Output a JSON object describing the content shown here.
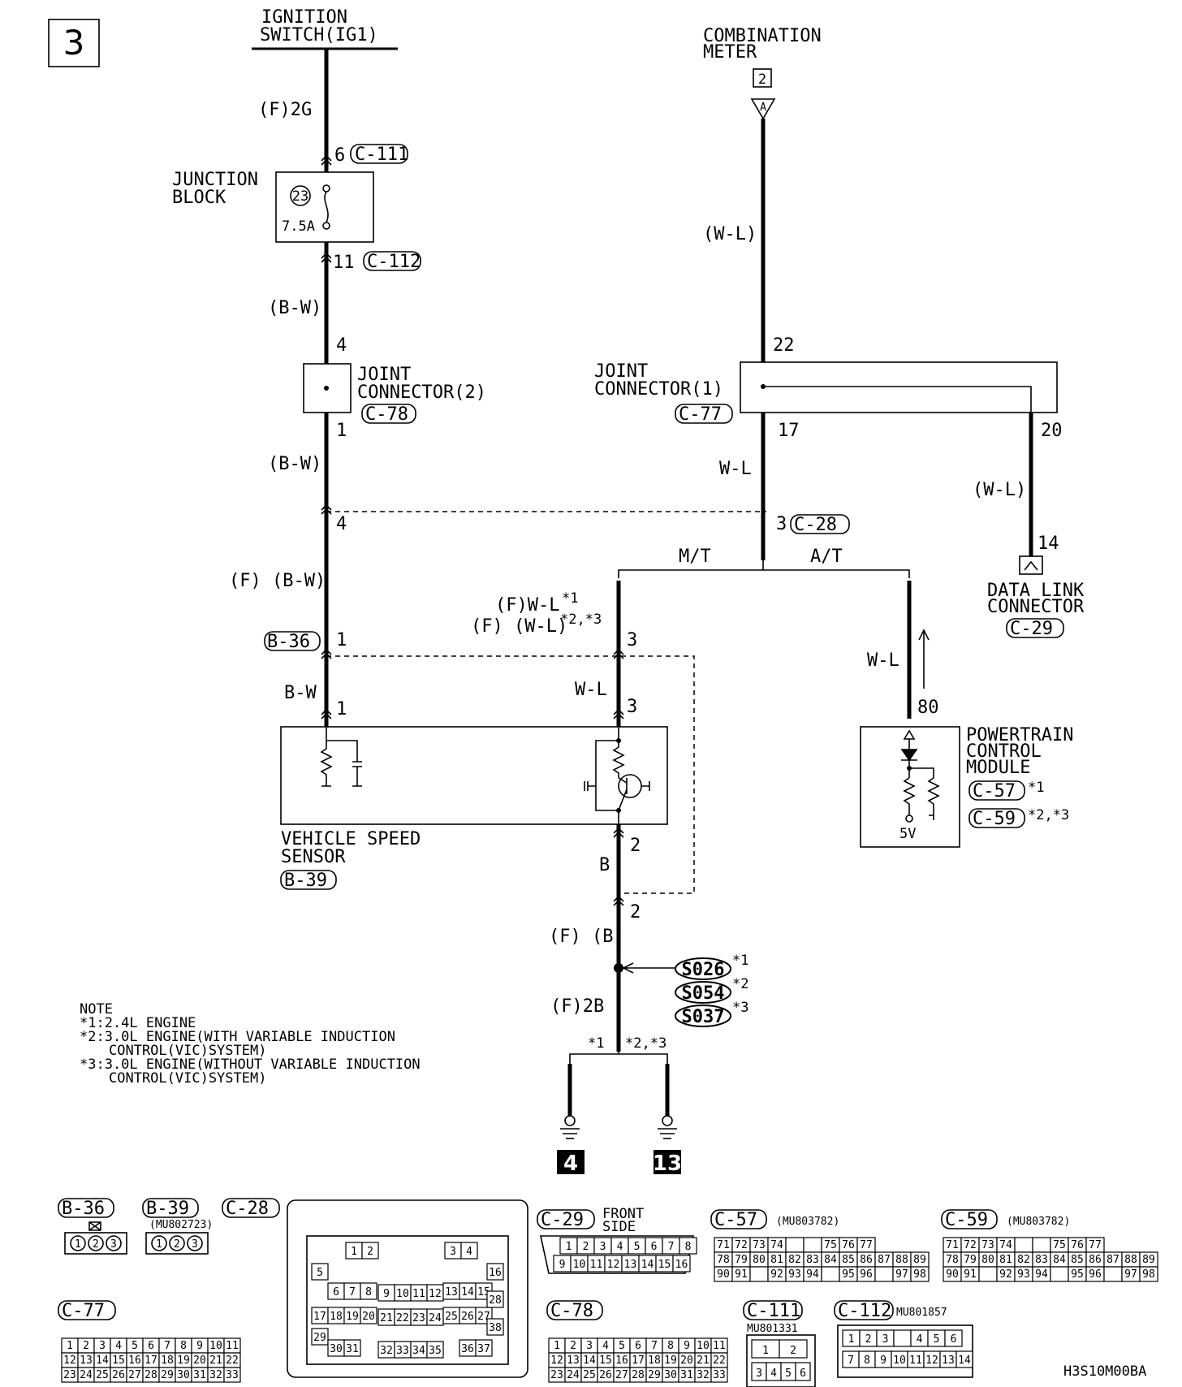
{
  "page_number": "3",
  "ignition": {
    "l1": "IGNITION",
    "l2": "SWITCH(IG1)"
  },
  "combination_meter": {
    "l1": "COMBINATION",
    "l2": "METER",
    "box": "2",
    "tri": "A"
  },
  "junction_block": {
    "l1": "JUNCTION",
    "l2": "BLOCK",
    "fuse_no": "23",
    "fuse_rating": "7.5A"
  },
  "wires": {
    "w_f2g": "(F)2G",
    "w_bw1": "(B-W)",
    "w_bw2": "(B-W)",
    "w_fbw": "(F) (B-W)",
    "w_bw3": "B-W",
    "w_wl1": "(W-L)",
    "w_wl2": "W-L",
    "w_wl3": "(W-L)",
    "w_wl4": "W-L",
    "w_wl5": "W-L",
    "w_fwl1": "(F)W-L",
    "w_fwl1_note": "*1",
    "w_fwl2": "(F) (W-L)",
    "w_fwl2_note": "*2,*3",
    "w_b": "B",
    "w_fb": "(F) (B)",
    "w_f2b": "(F)2B"
  },
  "pins": {
    "p6": "6",
    "p11": "11",
    "p4a": "4",
    "p1a": "1",
    "p4b": "4",
    "p1b": "1",
    "p1c": "1",
    "p22": "22",
    "p17": "17",
    "p20": "20",
    "p3a": "3",
    "p14": "14",
    "p3b": "3",
    "p3c": "3",
    "p2a": "2",
    "p2b": "2",
    "p80": "80"
  },
  "connector_tags": {
    "c111": "C-111",
    "c112": "C-112",
    "c78": "C-78",
    "c77": "C-77",
    "c28": "C-28",
    "c29": "C-29",
    "b36": "B-36",
    "b39": "B-39",
    "c57": "C-57",
    "c59": "C-59"
  },
  "joint2": {
    "l1": "JOINT",
    "l2": "CONNECTOR(2)"
  },
  "joint1": {
    "l1": "JOINT",
    "l2": "CONNECTOR(1)"
  },
  "branch": {
    "mt": "M/T",
    "at": "A/T",
    "n1": "*1",
    "n23": "*2,*3"
  },
  "dlc": {
    "l1": "DATA LINK",
    "l2": "CONNECTOR"
  },
  "pcm": {
    "l1": "POWERTRAIN",
    "l2": "CONTROL",
    "l3": "MODULE",
    "c57_note": "*1",
    "c59_note": "*2,*3",
    "v5": "5V"
  },
  "vss": {
    "l1": "VEHICLE SPEED",
    "l2": "SENSOR"
  },
  "splices": [
    {
      "id": "S026",
      "note": "*1"
    },
    {
      "id": "S054",
      "note": "*2"
    },
    {
      "id": "S037",
      "note": "*3"
    }
  ],
  "grounds": {
    "g4": "4",
    "g13": "13"
  },
  "note": {
    "title": "NOTE",
    "l1": "*1:2.4L ENGINE",
    "l2": "*2:3.0L ENGINE(WITH VARIABLE INDUCTION",
    "l3": "CONTROL(VIC)SYSTEM)",
    "l4": "*3:3.0L ENGINE(WITHOUT VARIABLE INDUCTION",
    "l5": "CONTROL(VIC)SYSTEM)"
  },
  "connector_views": {
    "b36": "B-36",
    "b39": "B-39",
    "b39_part": "(MU802723)",
    "c28": "C-28",
    "c29": "C-29",
    "front_side_1": "FRONT",
    "front_side_2": "SIDE",
    "c57": "C-57",
    "c57_part": "(MU803782)",
    "c59": "C-59",
    "c59_part": "(MU803782)",
    "c77": "C-77",
    "c78": "C-78",
    "c111": "C-111",
    "c111_part": "MU801331",
    "c112": "C-112",
    "c112_part": "MU801857",
    "pins_123": [
      "1",
      "2",
      "3"
    ],
    "c29_top": [
      "1",
      "2",
      "3",
      "4",
      "5",
      "6",
      "7",
      "8"
    ],
    "c29_bot": [
      "9",
      "10",
      "11",
      "12",
      "13",
      "14",
      "15",
      "16"
    ],
    "c111_top": [
      "1",
      "2"
    ],
    "c111_bot": [
      "3",
      "4",
      "5",
      "6"
    ],
    "c112_r1": [
      "1",
      "2",
      "3",
      "",
      "4",
      "5",
      "6"
    ],
    "c112_r2": [
      "7",
      "8",
      "9",
      "10",
      "11",
      "12",
      "13",
      "14"
    ],
    "c7778_r1": [
      "1",
      "2",
      "3",
      "4",
      "5",
      "6",
      "7",
      "8",
      "9",
      "10",
      "11"
    ],
    "c7778_r2": [
      "12",
      "13",
      "14",
      "15",
      "16",
      "17",
      "18",
      "19",
      "20",
      "21",
      "22"
    ],
    "c7778_r3": [
      "23",
      "24",
      "25",
      "26",
      "27",
      "28",
      "29",
      "30",
      "31",
      "32",
      "33"
    ],
    "pcm_r1": [
      "71",
      "72",
      "73",
      "74",
      "",
      "",
      "75",
      "76",
      "77"
    ],
    "pcm_r2": [
      "78",
      "79",
      "80",
      "81",
      "82",
      "83",
      "84",
      "85",
      "86",
      "87",
      "88",
      "89"
    ],
    "pcm_r3": [
      "90",
      "91",
      "",
      "92",
      "93",
      "94",
      "",
      "95",
      "96",
      "",
      "97",
      "98"
    ],
    "c28_a": [
      "1",
      "2"
    ],
    "c28_b": [
      "3",
      "4"
    ],
    "c28_c": [
      "5"
    ],
    "c28_d": [
      "6",
      "7",
      "8"
    ],
    "c28_e": [
      "9",
      "10",
      "11",
      "12"
    ],
    "c28_f": [
      "13",
      "14",
      "15"
    ],
    "c28_g": [
      "16"
    ],
    "c28_h": [
      "17",
      "18",
      "19",
      "20"
    ],
    "c28_i": [
      "21",
      "22",
      "23",
      "24"
    ],
    "c28_j": [
      "25",
      "26",
      "27"
    ],
    "c28_k": [
      "28"
    ],
    "c28_l": [
      "29"
    ],
    "c28_m": [
      "30",
      "31"
    ],
    "c28_n": [
      "32",
      "33",
      "34",
      "35"
    ],
    "c28_o": [
      "36",
      "37"
    ],
    "c28_p": [
      "38"
    ]
  },
  "diagram_code": "H3S10M00BA"
}
